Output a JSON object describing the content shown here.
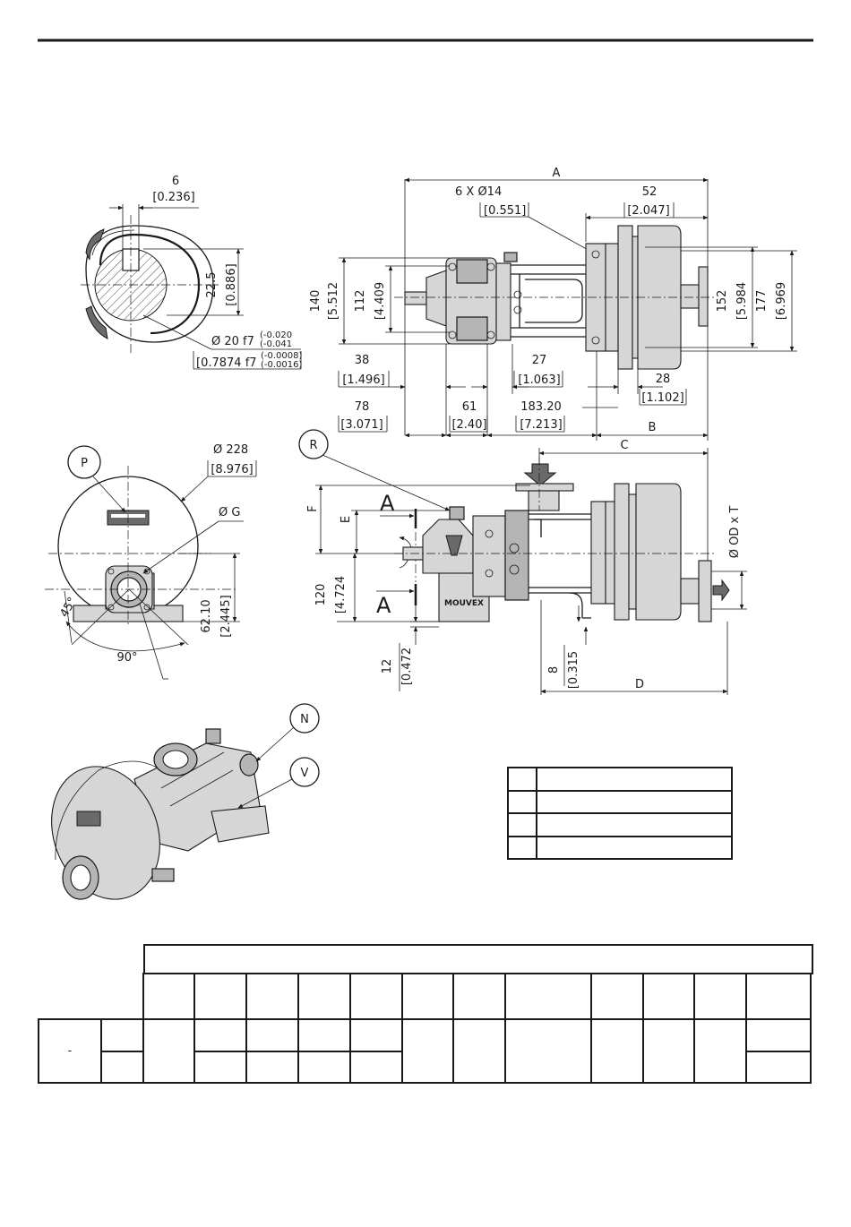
{
  "front_view": {
    "key_width": "6",
    "key_width_in": "[0.236]",
    "shaft_height": "22.5",
    "shaft_height_in": "[0.886]",
    "shaft_dia": "Ø 20 f7",
    "shaft_tol_up": "(-0.020",
    "shaft_tol_lo": "(-0.041",
    "shaft_dia_in": "[0.7874 f7",
    "shaft_tol_in_up": "(-0.0008)",
    "shaft_tol_in_lo": "(-0.0016)"
  },
  "top_view": {
    "dim_a": "A",
    "holes": "6 X    Ø14",
    "holes_in": "[0.551]",
    "d52": "52",
    "d52_in": "[2.047]",
    "d140": "140",
    "d140_in": "[5.512",
    "d112": "112",
    "d112_in": "[4.409",
    "d152": "152",
    "d152_in": "[5.984",
    "d177": "177",
    "d177_in": "[6.969",
    "d38": "38",
    "d38_in": "[1.496]",
    "d27": "27",
    "d27_in": "[1.063]",
    "d28": "28",
    "d28_in": "[1.102]",
    "d78": "78",
    "d78_in": "[3.071]",
    "d61": "61",
    "d61_in": "[2.40]",
    "d183": "183.20",
    "d183_in": "[7.213]",
    "dim_b": "B"
  },
  "end_view": {
    "label_p": "P",
    "d228": "Ø 228",
    "d228_in": "[8.976]",
    "dia_g": "Ø G",
    "d62": "62.10",
    "d62_in": "[2.445]",
    "ang45": "45°",
    "ang90": "90°"
  },
  "side_view": {
    "label_r": "R",
    "dim_c": "C",
    "dim_f": "F",
    "dim_e": "E",
    "section_a_top": "A",
    "section_a_bottom": "A",
    "d120": "120",
    "d120_in": "[4.724",
    "d12": "12",
    "d12_in": "[0.472",
    "d8": "8",
    "d8_in": "[0.315",
    "dim_d": "D",
    "od_t": "Ø OD x T",
    "brand": "MOUVEX"
  },
  "iso_view": {
    "label_n": "N",
    "label_v": "V"
  },
  "legend_table": {
    "rows": 4
  },
  "dimension_table": {
    "cols": 13,
    "row_dash": "-"
  }
}
